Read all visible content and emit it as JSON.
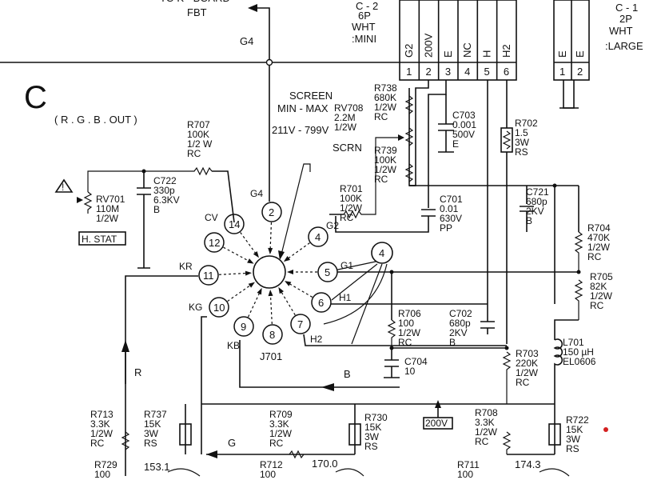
{
  "section": {
    "letter": "C",
    "title": "( R . G . B . OUT )"
  },
  "top": {
    "fbt": "TO K - BOARD\nFBT",
    "g4": "G4"
  },
  "connector_c2": {
    "title": [
      "C - 2",
      "6P",
      "WHT",
      ":MINI"
    ],
    "pins": [
      {
        "num": "1",
        "name": "G2"
      },
      {
        "num": "2",
        "name": "200V"
      },
      {
        "num": "3",
        "name": "E"
      },
      {
        "num": "4",
        "name": "NC"
      },
      {
        "num": "5",
        "name": "H"
      },
      {
        "num": "6",
        "name": "H2"
      }
    ]
  },
  "connector_c1": {
    "title": [
      "C - 1",
      "2P",
      "WHT",
      ":LARGE"
    ],
    "pins": [
      {
        "num": "1",
        "name": "E"
      },
      {
        "num": "2",
        "name": "E"
      }
    ]
  },
  "screen_note": [
    "SCREEN",
    "MIN - MAX",
    "211V - 799V",
    "SCRN"
  ],
  "components": {
    "rv708": [
      "RV708",
      "2.2M",
      "1/2W"
    ],
    "r738": [
      "R738",
      "680K",
      "1/2W",
      "RC"
    ],
    "c703": [
      "C703",
      "0.001",
      "500V",
      "E"
    ],
    "r702": [
      "R702",
      "1.5",
      "3W",
      "RS"
    ],
    "r707": [
      "R707",
      "100K",
      "1/2 W",
      "RC"
    ],
    "r739": [
      "R739",
      "100K",
      "1/2W",
      "RC"
    ],
    "r701": [
      "R701",
      "100K",
      "1/2W",
      "RC"
    ],
    "c701": [
      "C701",
      "0.01",
      "630V",
      "PP"
    ],
    "c721": [
      "C721",
      "680p",
      "2KV",
      "B"
    ],
    "c722": [
      "C722",
      "330p",
      "6.3KV",
      "B"
    ],
    "rv701": [
      "RV701",
      "110M",
      "1/2W"
    ],
    "hstat": "H. STAT",
    "r704": [
      "R704",
      "470K",
      "1/2W",
      "RC"
    ],
    "r705": [
      "R705",
      "82K",
      "1/2W",
      "RC"
    ],
    "r706": [
      "R706",
      "100",
      "1/2W",
      "RC"
    ],
    "c702": [
      "C702",
      "680p",
      "2KV",
      "B"
    ],
    "c704": [
      "C704",
      "10"
    ],
    "r703": [
      "R703",
      "220K",
      "1/2W",
      "RC"
    ],
    "l701": [
      "L701",
      "150 µH",
      "EL0606"
    ],
    "r713": [
      "R713",
      "3.3K",
      "1/2W",
      "RC"
    ],
    "r737": [
      "R737",
      "15K",
      "3W",
      "RS"
    ],
    "r709": [
      "R709",
      "3.3K",
      "1/2W",
      "RC"
    ],
    "r730": [
      "R730",
      "15K",
      "3W",
      "RS"
    ],
    "r708": [
      "R708",
      "3.3K",
      "1/2W",
      "RC"
    ],
    "r722": [
      "R722",
      "15K",
      "3W",
      "RS"
    ],
    "r729": [
      "R729",
      "100"
    ],
    "r712": [
      "R712",
      "100"
    ],
    "r711": [
      "R711",
      "100"
    ]
  },
  "socket": {
    "name": "J701",
    "pins": [
      "2",
      "4",
      "5",
      "6",
      "7",
      "8",
      "9",
      "10",
      "11",
      "12",
      "14"
    ],
    "signals": {
      "cv": "CV",
      "g4": "G4",
      "g2": "G2",
      "g1": "G1",
      "kr": "KR",
      "kg": "KG",
      "kb": "KB",
      "h1": "H1",
      "h2": "H2"
    },
    "external_pin": "4"
  },
  "rails": {
    "v200": "200V"
  },
  "signals": {
    "r": "R",
    "g": "G",
    "b": "B"
  },
  "voltages": {
    "v1": "153.1",
    "v2": "170.0",
    "v3": "174.3"
  },
  "colors": {
    "ink": "#111111",
    "dot": "#d42020",
    "paper": "#ffffff"
  }
}
